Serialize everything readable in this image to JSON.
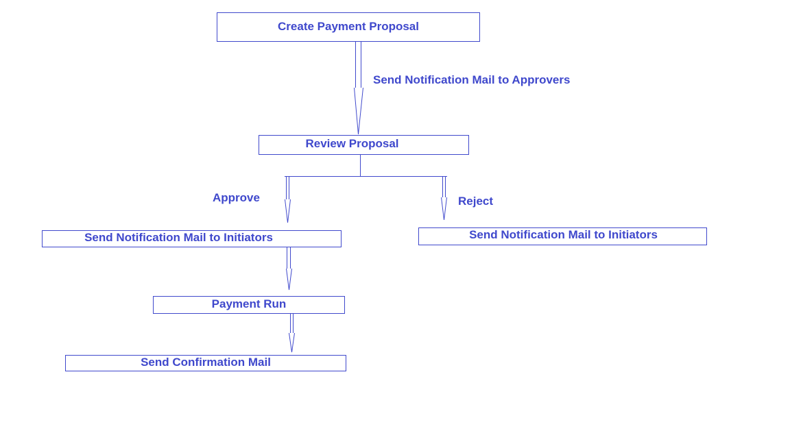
{
  "colors": {
    "accent": "#3f48cc",
    "background": "#ffffff"
  },
  "nodes": {
    "create_payment_proposal": "Create Payment Proposal",
    "review_proposal": "Review Proposal",
    "notify_initiators_approve": "Send Notification Mail to Initiators",
    "notify_initiators_reject": "Send Notification Mail to Initiators",
    "payment_run": "Payment Run",
    "send_confirmation_mail": "Send Confirmation Mail"
  },
  "edges": {
    "to_approvers": "Send Notification Mail to Approvers",
    "approve": "Approve",
    "reject": "Reject"
  }
}
